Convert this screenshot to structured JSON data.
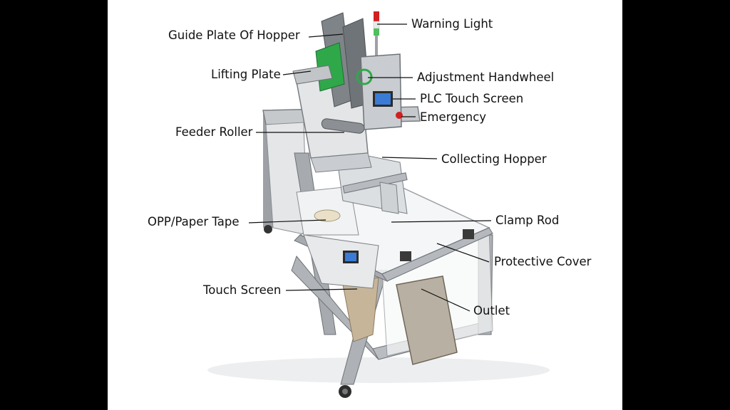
{
  "labels": {
    "guide_plate": "Guide Plate Of Hopper",
    "lifting_plate": "Lifting Plate",
    "feeder_roller": "Feeder Roller",
    "opp_tape": "OPP/Paper Tape",
    "touch_screen": "Touch Screen",
    "warning_light": "Warning Light",
    "adjustment_handwheel": "Adjustment Handwheel",
    "plc_touch_screen": "PLC Touch Screen",
    "emergency": "Emergency",
    "collecting_hopper": "Collecting Hopper",
    "clamp_rod": "Clamp Rod",
    "protective_cover": "Protective Cover",
    "outlet": "Outlet"
  },
  "colors": {
    "frame": "#b9bcc0",
    "frame_dark": "#6e7276",
    "steel": "#d7d9dc",
    "panel_green": "#2fa84a",
    "screen": "#3a7bd5",
    "emergency_red": "#d21f1f",
    "bag_tan": "#c7b59a"
  }
}
